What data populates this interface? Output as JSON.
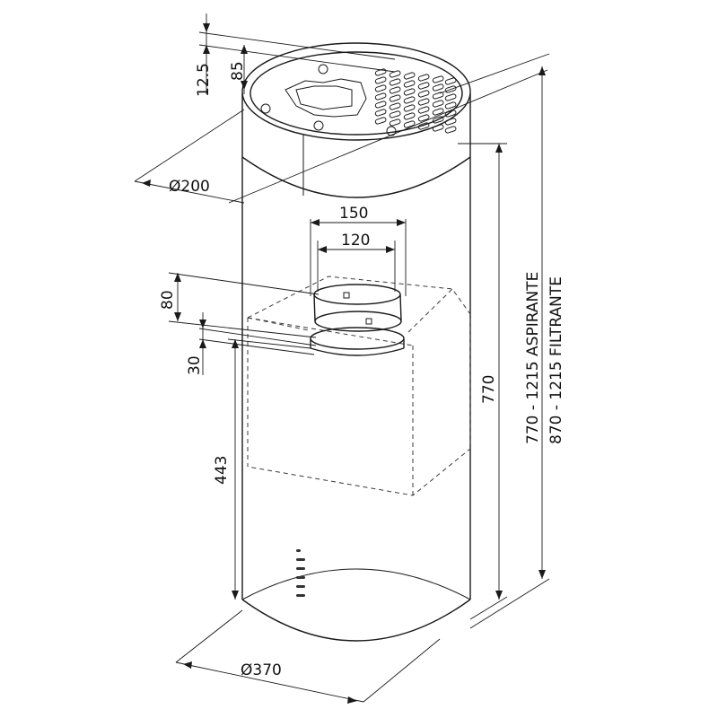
{
  "drawing": {
    "dims": {
      "d12_5": "12.5",
      "d85": "85",
      "d200": "Ø200",
      "d150": "150",
      "d120": "120",
      "d80": "80",
      "d30": "30",
      "d443": "443",
      "d770": "770",
      "d370": "Ø370",
      "range_aspirante": "770 - 1215 ASPIRANTE",
      "range_filtrante": "870 - 1215 FILTRANTE"
    },
    "control_buttons": 6
  }
}
